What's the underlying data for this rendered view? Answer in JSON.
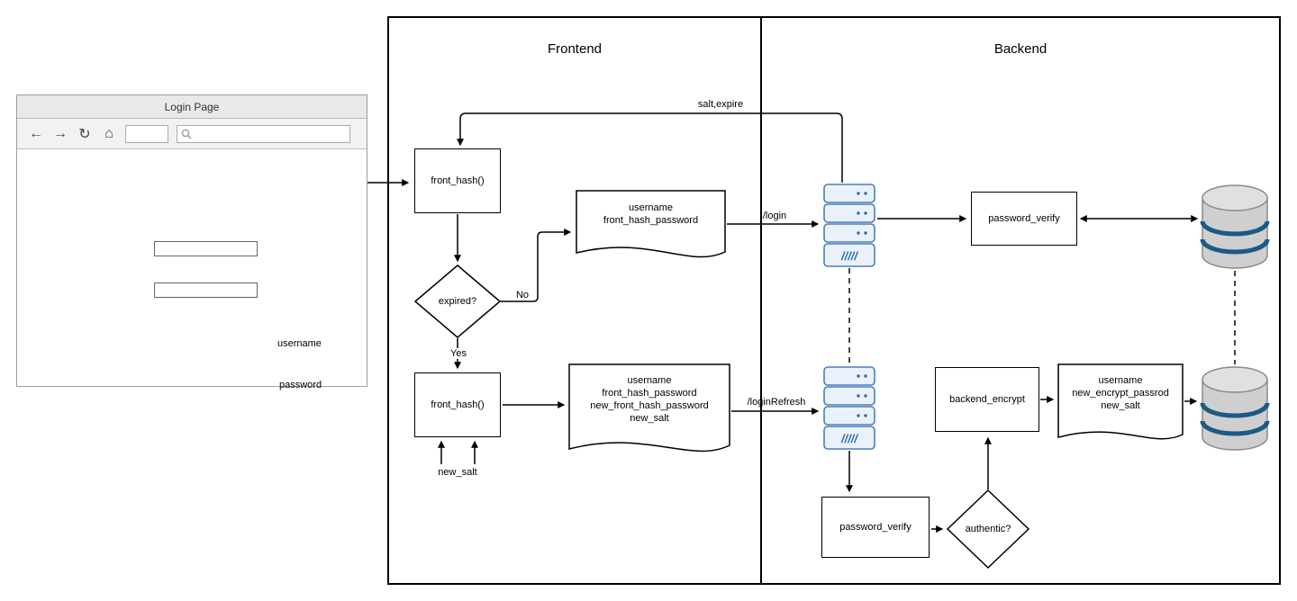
{
  "browser": {
    "title": "Login Page",
    "toolbar": {
      "back_icon": "←",
      "forward_icon": "→",
      "refresh_icon": "↻",
      "home_icon": "⌂"
    },
    "username_label": "username",
    "password_label": "password"
  },
  "diagram": {
    "frontend": {
      "title": "Frontend",
      "front_hash_top": "front_hash()",
      "front_hash_bottom": "front_hash()",
      "salt_expire_label": "salt,expire",
      "expired_diamond": "expired?",
      "no_label": "No",
      "yes_label": "Yes",
      "new_salt_label": "new_salt",
      "doc_login": "username\nfront_hash_password",
      "doc_refresh": "username\nfront_hash_password\nnew_front_hash_password\nnew_salt"
    },
    "backend": {
      "title": "Backend",
      "login_endpoint": "/login",
      "login_refresh_endpoint": "/loginRefresh",
      "password_verify_top": "password_verify",
      "password_verify_bottom": "password_verify",
      "backend_encrypt": "backend_encrypt",
      "authentic_diamond": "authentic?",
      "doc_store": "username\nnew_encrypt_passrod\nnew_salt",
      "server_glyph": "/////"
    },
    "colors": {
      "server_border": "#4a7ebb",
      "server_fill": "#eaf1fb",
      "server_accent": "#2e6da4",
      "db_fill": "#cfcfcf",
      "db_stripe": "#1b5a86",
      "line": "#000000"
    }
  }
}
